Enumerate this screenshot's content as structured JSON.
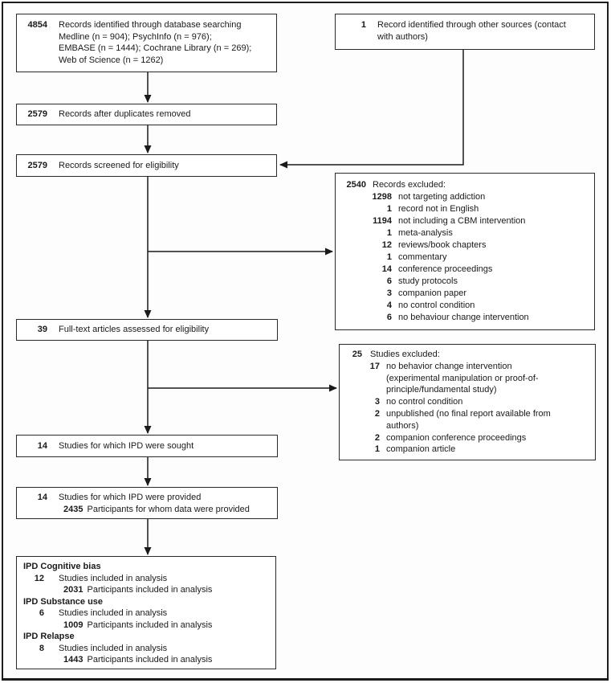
{
  "colors": {
    "ink": "#1a1a1a",
    "background": "#fdfdfd"
  },
  "boxes": {
    "identified": {
      "number": "4854",
      "text": "Records identified through database searching\nMedline (n = 904); PsychInfo (n = 976);\nEMBASE (n = 1444); Cochrane Library (n = 269);\nWeb of Science (n = 1262)"
    },
    "other_sources": {
      "number": "1",
      "text": "Record identified through other sources (contact\nwith authors)"
    },
    "deduplicated": {
      "number": "2579",
      "text": "Records after duplicates removed"
    },
    "screened": {
      "number": "2579",
      "text": "Records screened for eligibility"
    },
    "records_excluded": {
      "number": "2540",
      "title": "Records excluded:",
      "items": [
        {
          "number": "1298",
          "text": "not targeting addiction"
        },
        {
          "number": "1",
          "text": "record not in English"
        },
        {
          "number": "1194",
          "text": "not including a CBM intervention"
        },
        {
          "number": "1",
          "text": "meta-analysis"
        },
        {
          "number": "12",
          "text": "reviews/book chapters"
        },
        {
          "number": "1",
          "text": "commentary"
        },
        {
          "number": "14",
          "text": "conference proceedings"
        },
        {
          "number": "6",
          "text": "study protocols"
        },
        {
          "number": "3",
          "text": "companion paper"
        },
        {
          "number": "4",
          "text": "no control condition"
        },
        {
          "number": "6",
          "text": "no behaviour change intervention"
        }
      ]
    },
    "fulltext": {
      "number": "39",
      "text": "Full-text articles assessed for eligibility"
    },
    "studies_excluded": {
      "number": "25",
      "title": "Studies excluded:",
      "items": [
        {
          "number": "17",
          "text": "no behavior change intervention\n(experimental manipulation or proof-of-\nprinciple/fundamental study)"
        },
        {
          "number": "3",
          "text": "no control condition"
        },
        {
          "number": "2",
          "text": "unpublished (no final report available from\nauthors)"
        },
        {
          "number": "2",
          "text": "companion conference proceedings"
        },
        {
          "number": "1",
          "text": "companion article"
        }
      ]
    },
    "ipd_sought": {
      "number": "14",
      "text": "Studies for which IPD were sought"
    },
    "ipd_provided": {
      "number": "14",
      "text": "Studies for which IPD were provided",
      "participants_number": "2435",
      "participants_text": "Participants for whom data were provided"
    },
    "ipd_analysis": {
      "sections": [
        {
          "header": "IPD Cognitive bias",
          "studies_number": "12",
          "studies_text": "Studies included in analysis",
          "participants_number": "2031",
          "participants_text": "Participants included in analysis"
        },
        {
          "header": "IPD Substance use",
          "studies_number": "6",
          "studies_text": "Studies included in analysis",
          "participants_number": "1009",
          "participants_text": "Participants included in analysis"
        },
        {
          "header": "IPD Relapse",
          "studies_number": "8",
          "studies_text": "Studies included in analysis",
          "participants_number": "1443",
          "participants_text": "Participants included in analysis"
        }
      ]
    }
  }
}
